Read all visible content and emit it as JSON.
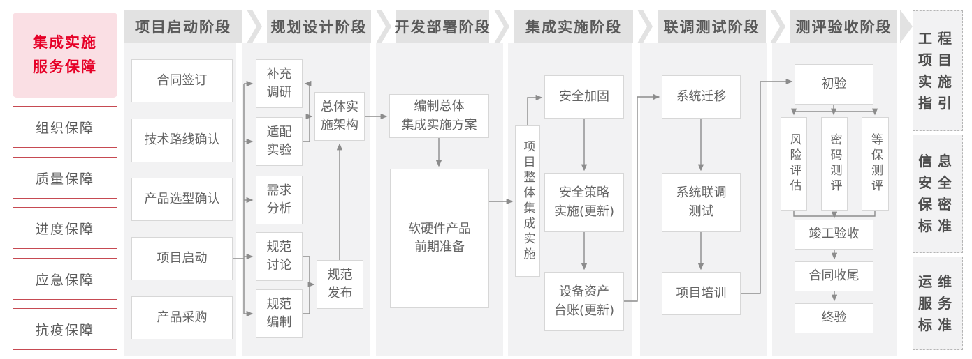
{
  "palette": {
    "accent_red": "#e60027",
    "border_red": "#c64a52",
    "pink_bg": "#fadfe4",
    "band_gray": "#e2e2e2",
    "panel_gray": "#f2f2f3",
    "line_gray": "#8c8c8c",
    "box_border": "#d7d7d7",
    "box_text": "#646464",
    "header_text": "#595959"
  },
  "sidebar": {
    "title": {
      "label": "集成实施服务保障",
      "display": "集成实施\n服务保障"
    },
    "items": [
      {
        "label": "组织保障"
      },
      {
        "label": "质量保障"
      },
      {
        "label": "进度保障"
      },
      {
        "label": "应急保障"
      },
      {
        "label": "抗疫保障"
      }
    ]
  },
  "columns": [
    {
      "header": "项目启动阶段",
      "boxes": [
        {
          "label": "合同签订",
          "display": "合同签订"
        },
        {
          "label": "技术路线确认",
          "display": "技术路线确认"
        },
        {
          "label": "产品选型确认",
          "display": "产品选型确认"
        },
        {
          "label": "项目启动",
          "display": "项目启动"
        },
        {
          "label": "产品采购",
          "display": "产品采购"
        }
      ]
    },
    {
      "header": "规划设计阶段",
      "boxes": [
        {
          "label": "补充调研",
          "display": "补充\n调研"
        },
        {
          "label": "适配实验",
          "display": "适配\n实验"
        },
        {
          "label": "需求分析",
          "display": "需求\n分析"
        },
        {
          "label": "规范讨论",
          "display": "规范\n讨论"
        },
        {
          "label": "规范编制",
          "display": "规范\n编制"
        },
        {
          "label": "总体实施架构",
          "display": "总体实\n施架构"
        },
        {
          "label": "规范发布",
          "display": "规范\n发布"
        }
      ]
    },
    {
      "header": "开发部署阶段",
      "boxes": [
        {
          "label": "编制总体集成实施方案",
          "display": "编制总体\n集成实施方案"
        },
        {
          "label": "软硬件产品前期准备",
          "display": "软硬件产品\n前期准备"
        }
      ]
    },
    {
      "header": "集成实施阶段",
      "boxes": [
        {
          "label": "项目整体集成实施",
          "display": "项目整体集成实施"
        },
        {
          "label": "安全加固",
          "display": "安全加固"
        },
        {
          "label": "安全策略实施(更新)",
          "display": "安全策略\n实施(更新)"
        },
        {
          "label": "设备资产台账(更新)",
          "display": "设备资产\n台账(更新)"
        }
      ]
    },
    {
      "header": "联调测试阶段",
      "boxes": [
        {
          "label": "系统迁移",
          "display": "系统迁移"
        },
        {
          "label": "系统联调测试",
          "display": "系统联调\n测试"
        },
        {
          "label": "项目培训",
          "display": "项目培训"
        }
      ]
    },
    {
      "header": "测评验收阶段",
      "boxes": [
        {
          "label": "初验",
          "display": "初验"
        },
        {
          "label": "风险评估",
          "display": "风险评估"
        },
        {
          "label": "密码测评",
          "display": "密码测评"
        },
        {
          "label": "等保测评",
          "display": "等保测评"
        },
        {
          "label": "竣工验收",
          "display": "竣工验收"
        },
        {
          "label": "合同收尾",
          "display": "合同收尾"
        },
        {
          "label": "终验",
          "display": "终验"
        }
      ]
    }
  ],
  "standards": [
    {
      "label": "工程项目实施指引",
      "display": "工程\n项目\n实施\n指引"
    },
    {
      "label": "信息安全保密标准",
      "display": "信息\n安全\n保密\n标准"
    },
    {
      "label": "运维服务标准",
      "display": "运维\n服务\n标准"
    }
  ]
}
